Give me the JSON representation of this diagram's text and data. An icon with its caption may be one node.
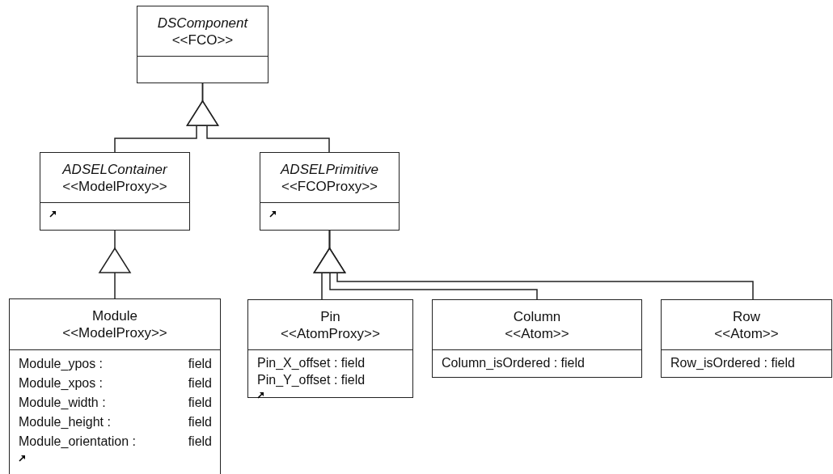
{
  "diagram": {
    "nodes": [
      {
        "text": [
          "DSComponent",
          "<<FCO>>"
        ]
      },
      {
        "text": [
          "ADSELContainer",
          "<<ModelProxy>>"
        ]
      },
      {
        "text": [
          "ADSELPrimitive",
          "<<FCOProxy>>"
        ]
      },
      {
        "text": [
          "Module",
          "<<ModelProxy>>",
          "Module_ypos :",
          "field",
          "Module_xpos :",
          "field",
          "Module_width :",
          "field",
          "Module_height :",
          "field",
          "Module_orientation :",
          "field"
        ]
      },
      {
        "text": [
          "Pin",
          "<<AtomProxy>>",
          "Pin_X_offset : field",
          "Pin_Y_offset : field"
        ]
      },
      {
        "text": [
          "Column",
          "<<Atom>>",
          "Column_isOrdered : field"
        ]
      },
      {
        "text": [
          "Row",
          "<<Atom>>",
          "Row_isOrdered : field"
        ]
      }
    ],
    "edges": [
      {
        "from": 1,
        "to": 0,
        "arrow": "to"
      },
      {
        "from": 2,
        "to": 0,
        "arrow": "to"
      },
      {
        "from": 3,
        "to": 1,
        "arrow": "to"
      },
      {
        "from": 4,
        "to": 2,
        "arrow": "to"
      },
      {
        "from": 5,
        "to": 2,
        "arrow": "to"
      },
      {
        "from": 6,
        "to": 2,
        "arrow": "to"
      }
    ]
  }
}
